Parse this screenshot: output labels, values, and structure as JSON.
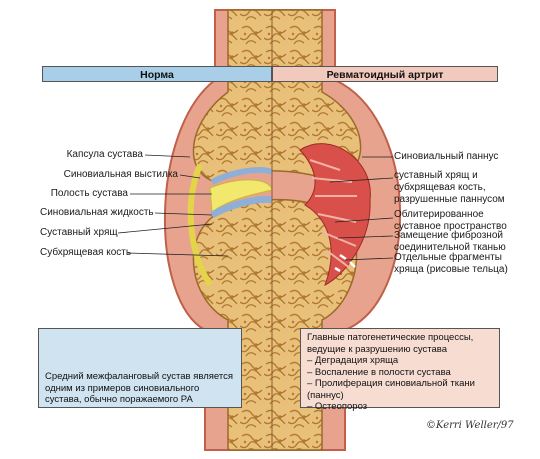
{
  "headers": {
    "normal": "Норма",
    "ra": "Ревматоидный артрит"
  },
  "left_labels": [
    "Капсула сустава",
    "Синовиальная выстилка",
    "Полость сустава",
    "Синовиальная жидкость",
    "Суставный хрящ",
    "Субхрящевая кость"
  ],
  "right_labels": [
    "Синовиальный паннус",
    "суставный хрящ и субхрящевая кость, разрушенные паннусом",
    "Облитерированное суставное пространство",
    "Замещение фиброзной соединительной тканью",
    "Отдельные фрагменты хряща (рисовые тельца)"
  ],
  "inset_caption": "Средний межфаланговый сустав является одним из примеров синовиального сустава, обычно поражаемого РА",
  "processes": {
    "title": "Главные патогенетические процессы, ведущие к разрушению сустава",
    "items": [
      "– Деградация хряща",
      "– Воспаление в полости сустава",
      "– Пролиферация синовиальной ткани (паннус)",
      "– Остеопороз"
    ]
  },
  "signature": "©Kerri Weller/97",
  "colors": {
    "bone": "#e8c07a",
    "bone_dark": "#b0782e",
    "capsule": "#e7a38e",
    "capsule_edge": "#c0604a",
    "cartilage": "#8fb0d6",
    "synovial_fluid": "#f3e86e",
    "pannus": "#d9504a",
    "header_normal": "#a9cfe8",
    "header_ra": "#f2c9bd",
    "box_normal": "#cfe3f1",
    "box_ra": "#f7dcd2"
  }
}
